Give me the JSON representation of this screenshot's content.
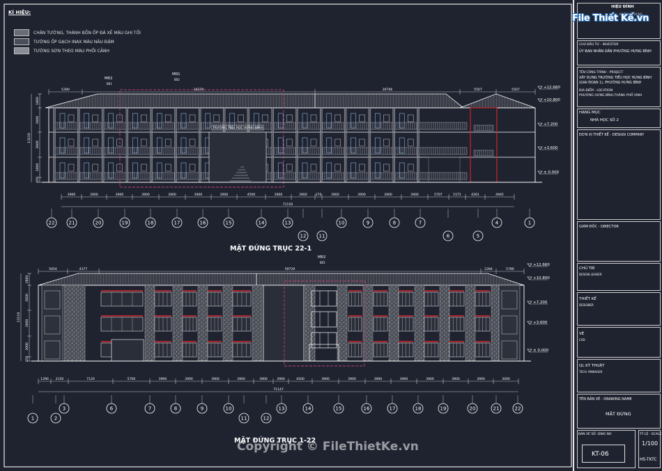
{
  "legend": {
    "title": "KÍ HIỆU:",
    "items": [
      {
        "label": "CHÂN TƯỜNG, THÀNH BỒN ỐP ĐÁ XẺ MÀU GHI TỐI",
        "swatch": "#6a6d75"
      },
      {
        "label": "TƯỜNG ỐP GẠCH INAX MÀU NÂU ĐẬM",
        "swatch": "#4a4e5a"
      },
      {
        "label": "TƯỜNG SƠN THEO MÀU PHỐI CẢNH",
        "swatch": "#8a8d95"
      }
    ]
  },
  "elevation1": {
    "title": "MẶT ĐỨNG TRỤC 22-1",
    "signboard": "TRƯỜNG TIỂU HỌC HƯNG BÌNH",
    "tags": [
      "MĐ2",
      "MĐ1"
    ],
    "tag_values": [
      "B01",
      "B02"
    ],
    "top_dims": [
      "5390",
      "34370",
      "26706",
      "5507",
      "5507"
    ],
    "levels": [
      "+12.660",
      "+10.800",
      "+7.200",
      "+3.600",
      "± 0.000"
    ],
    "side_dims": [
      "1860",
      "3600",
      "3600",
      "3000",
      "450"
    ],
    "total_height": "13110",
    "bottom_dims": [
      "3900",
      "3900",
      "3900",
      "3900",
      "3900",
      "3900",
      "3900",
      "4500",
      "3900",
      "3900",
      "270",
      "3900",
      "3900",
      "3900",
      "3900",
      "5707",
      "1571",
      "4261",
      "4945"
    ],
    "total_width": "71150",
    "axes": [
      "22",
      "21",
      "20",
      "19",
      "18",
      "17",
      "16",
      "15",
      "14",
      "13",
      "12",
      "11",
      "10",
      "9",
      "8",
      "7",
      "6",
      "5",
      "4",
      "1"
    ]
  },
  "elevation2": {
    "title": "MẶT ĐỨNG TRỤC 1-22",
    "tag": "MĐ2",
    "tag_value": "B01",
    "top_dims": [
      "5654",
      "4377",
      "59729",
      "2284",
      "5780"
    ],
    "levels": [
      "+12.660",
      "+10.800",
      "+7.200",
      "+3.600",
      "± 0.000"
    ],
    "side_dims": [
      "1860",
      "3600",
      "3600",
      "3000",
      "450"
    ],
    "total_height": "13110",
    "bottom_dims": [
      "1290",
      "2150",
      "7120",
      "5700",
      "3900",
      "3900",
      "3900",
      "3900",
      "3900",
      "3900",
      "4500",
      "3900",
      "3900",
      "3900",
      "3900",
      "3900",
      "3900",
      "3900",
      "3000"
    ],
    "total_width": "71147",
    "axes": [
      "1",
      "2",
      "3",
      "6",
      "7",
      "8",
      "9",
      "10",
      "11",
      "12",
      "13",
      "14",
      "15",
      "16",
      "17",
      "18",
      "19",
      "20",
      "21",
      "22"
    ]
  },
  "title_block": {
    "revision": "HIỆU ĐÍNH",
    "revision_sub": "NGÀY  NỘI DUNG",
    "logo": "File Thiết Kế.vn",
    "investor_label": "CHỦ ĐẦU TƯ - INVESTOR",
    "investor": "ỦY BAN NHÂN DÂN PHƯỜNG HƯNG BÌNH",
    "project_label": "TÊN CÔNG TRÌNH - PROJECT",
    "project_line1": "XÂY DỰNG TRƯỜNG TIỂU HỌC HƯNG BÌNH",
    "project_line2": "(GIAI ĐOẠN 1), PHƯỜNG HƯNG BÌNH",
    "location_label": "ĐỊA ĐIỂM - LOCATION",
    "location": "PHƯỜNG HƯNG BÌNH,THÀNH PHỐ VINH",
    "item_label": "HẠNG MỤC",
    "item": "NHÀ HỌC SỐ 2",
    "design_company_label": "ĐƠN VỊ THIẾT KẾ - DESIGN COMPANY",
    "director_label": "GIÁM ĐỐC - DIRECTOR",
    "design_leader_label": "CHỦ TRÌ",
    "design_leader_sub": "DESIGN LEADER",
    "designer_label": "THIẾT KẾ",
    "designer_sub": "DESIGNER",
    "cad_label": "VẼ",
    "cad_sub": "CAD",
    "tech_label": "QL KỸ THUẬT",
    "tech_sub": "TECH. MANAGER",
    "drawing_name_label": "TÊN BẢN VẼ - DRAWING NAME",
    "drawing_name": "MẶT ĐỨNG",
    "drawing_no_label": "BẢN VẼ SỐ- DWG NO",
    "drawing_no": "KT-06",
    "scale_label": "TỶ LỆ - SCALE",
    "scale": "1/100",
    "stage": "HS-TKTC"
  },
  "watermark": "Copyright © FileThietKe.vn",
  "colors": {
    "background": "#1f2330",
    "line": "#e8e8e8",
    "red": "#d9242a",
    "magenta": "#c0407a",
    "dim": "#c8c8c8"
  }
}
